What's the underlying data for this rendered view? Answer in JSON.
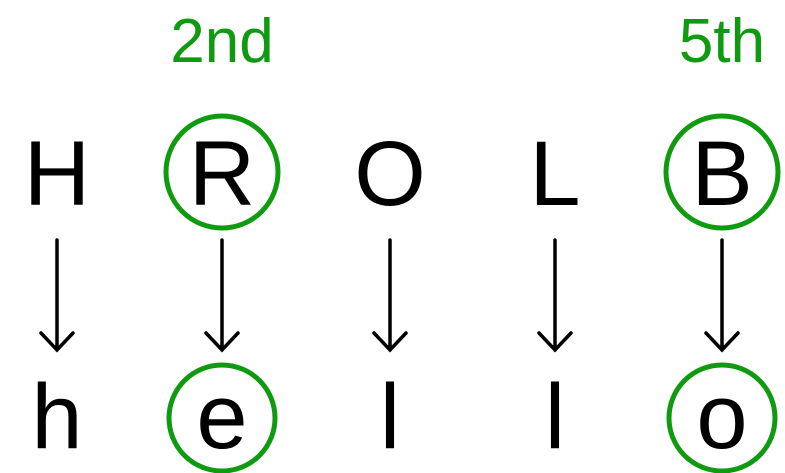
{
  "accent_color": "#0f9a0f",
  "labels": {
    "col2": "2nd",
    "col5": "5th"
  },
  "upper": [
    "H",
    "R",
    "O",
    "L",
    "B"
  ],
  "lower": [
    "h",
    "e",
    "l",
    "l",
    "o"
  ],
  "highlighted_columns": [
    2,
    5
  ]
}
